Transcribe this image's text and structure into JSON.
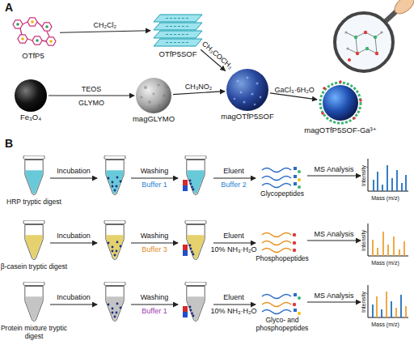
{
  "diagram": {
    "nodes": [
      {
        "text": [
          "OTfP5"
        ]
      },
      {
        "text": [
          "OTfP5SOF"
        ]
      },
      {
        "text": [
          "Fe₃O₄"
        ]
      },
      {
        "text": [
          "magGLYMO"
        ]
      },
      {
        "text": [
          "magOTfP5SOF"
        ]
      },
      {
        "text": [
          "magOTfP5SOF-Ga³⁺"
        ]
      },
      {
        "text": [
          "HRP tryptic digest"
        ]
      },
      {
        "text": [
          "Glycopeptides"
        ]
      },
      {
        "text": [
          "Intensity",
          "Mass (m/z)"
        ]
      },
      {
        "text": [
          "β-casein tryptic digest"
        ]
      },
      {
        "text": [
          "Phosphopeptides"
        ]
      },
      {
        "text": [
          "Intensity",
          "Mass (m/z)"
        ]
      },
      {
        "text": [
          "Protein mixture tryptic digest"
        ]
      },
      {
        "text": [
          "Glyco- and phosphopeptides"
        ]
      },
      {
        "text": [
          "Intensity",
          "Mass (m/z)"
        ]
      }
    ],
    "edges": [
      {
        "from": 0,
        "to": 1,
        "label": "CH₂Cl₂",
        "arrow": "to"
      },
      {
        "from": 1,
        "to": 4,
        "label": "CH₃COCH₃",
        "arrow": "to"
      },
      {
        "from": 2,
        "to": 3,
        "label": "TEOS",
        "arrow": "to"
      },
      {
        "from": 3,
        "to": 4,
        "label": "CH₃NO₂",
        "arrow": "to"
      },
      {
        "from": 4,
        "to": 5,
        "label": "GaCl₃·6H₂O",
        "arrow": "to"
      },
      {
        "from": 7,
        "to": 8,
        "label": "MS Analysis",
        "arrow": "to"
      },
      {
        "from": 10,
        "to": 11,
        "label": "MS Analysis",
        "arrow": "to"
      },
      {
        "from": 13,
        "to": 14,
        "label": "MS Analysis",
        "arrow": "to"
      }
    ],
    "labels": [
      "A",
      "GLYMO",
      "B",
      "Incubation",
      "Washing",
      "Buffer 1",
      "Eluent",
      "Buffer 2",
      "Incubation",
      "Washing",
      "Buffer 3",
      "Eluent",
      "10% NH₃·H₂O",
      "Incubation",
      "Washing",
      "Buffer 1",
      "Eluent",
      "10% NH₃·H₂O"
    ]
  }
}
